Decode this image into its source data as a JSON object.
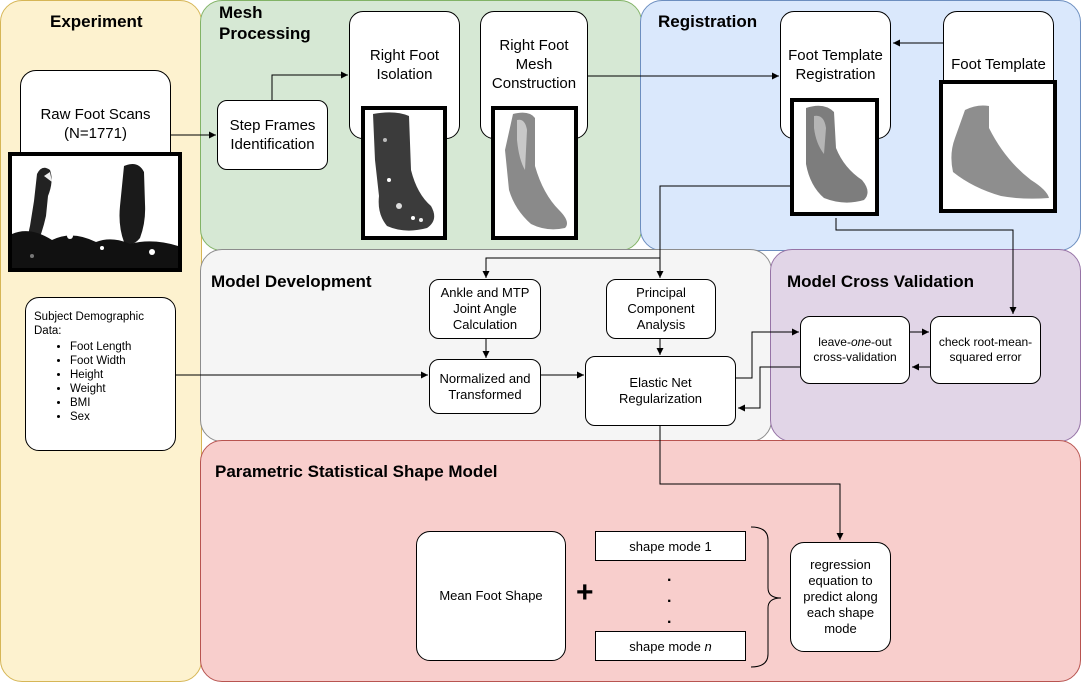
{
  "panels": {
    "experiment": "Experiment",
    "mesh_processing": "Mesh Processing",
    "registration": "Registration",
    "model_development": "Model Development",
    "model_cross_validation": "Model Cross Validation",
    "parametric_ssm": "Parametric Statistical Shape Model"
  },
  "colors": {
    "experiment": "#fdf2cf",
    "mesh_processing": "#d6e8d4",
    "registration": "#dae8fc",
    "model_development": "#f5f5f5",
    "model_cross_validation": "#e1d5e7",
    "parametric_ssm": "#f8cecc"
  },
  "boxes": {
    "raw_scans_line1": "Raw Foot Scans",
    "raw_scans_line2": "(N=1771)",
    "step_frames_line1": "Step Frames",
    "step_frames_line2": "Identification",
    "right_foot_isolation_line1": "Right Foot",
    "right_foot_isolation_line2": "Isolation",
    "mesh_construction_line1": "Right Foot",
    "mesh_construction_line2": "Mesh",
    "mesh_construction_line3": "Construction",
    "template_registration_line1": "Foot Template",
    "template_registration_line2": "Registration",
    "foot_template": "Foot Template",
    "demographics_title": "Subject Demographic Data:",
    "demographics_items": [
      "Foot Length",
      "Foot Width",
      "Height",
      "Weight",
      "BMI",
      "Sex"
    ],
    "ankle_mtp_line1": "Ankle and MTP",
    "ankle_mtp_line2": "Joint Angle",
    "ankle_mtp_line3": "Calculation",
    "pca_line1": "Principal",
    "pca_line2": "Component",
    "pca_line3": "Analysis",
    "normalized_line1": "Normalized and",
    "normalized_line2": "Transformed",
    "elastic_net_line1": "Elastic Net",
    "elastic_net_line2": "Regularization",
    "loo_prefix": "leave-",
    "loo_italic": "one",
    "loo_suffix": "-out",
    "loo_line2": "cross-validation",
    "rmse_line1": "check root-mean-",
    "rmse_line2": "squared error",
    "mean_foot_shape": "Mean Foot Shape",
    "plus": "+",
    "shape_mode_1": "shape mode 1",
    "shape_mode_n_prefix": "shape mode ",
    "shape_mode_n_italic": "n",
    "dots": ".",
    "regression_line1": "regression",
    "regression_line2": "equation to",
    "regression_line3": "predict along",
    "regression_line4": "each shape",
    "regression_line5": "mode"
  }
}
